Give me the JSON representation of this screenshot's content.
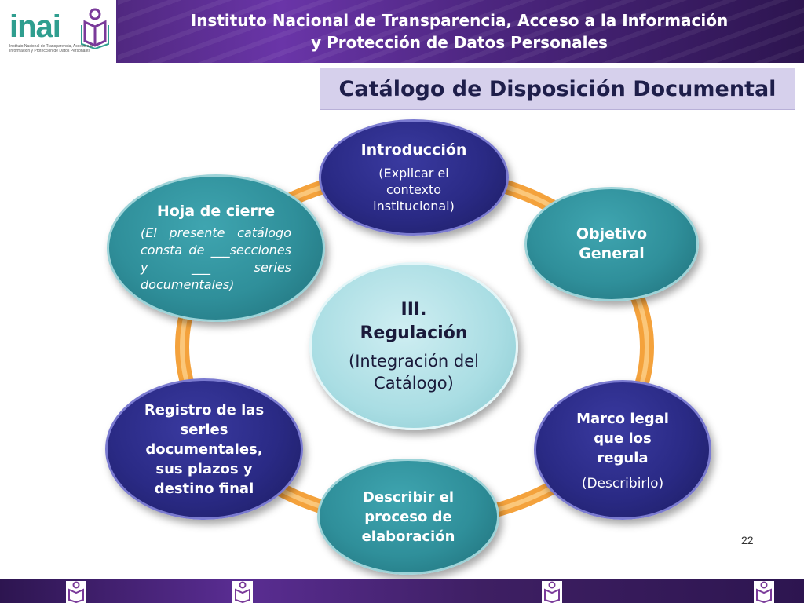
{
  "header": {
    "logo_text": "inai",
    "logo_subtext": "Instituto Nacional de Transparencia, Acceso a la Información y Protección de Datos Personales",
    "title_line1": "Instituto Nacional de Transparencia, Acceso a la Información",
    "title_line2": "y Protección de Datos Personales"
  },
  "slide_title": "Catálogo de Disposición Documental",
  "diagram": {
    "center": {
      "title_line1": "III.",
      "title_line2": "Regulación",
      "subtitle": "(Integración del Catálogo)"
    },
    "nodes": {
      "introduccion": {
        "title": "Introducción",
        "subtitle": "(Explicar el contexto institucional)"
      },
      "objetivo": {
        "title": "Objetivo General"
      },
      "marco": {
        "title": "Marco legal que los regula",
        "subtitle": "(Describirlo)"
      },
      "describir": {
        "title": "Describir el proceso de elaboración"
      },
      "registro": {
        "title": "Registro de las series documentales, sus plazos y destino final"
      },
      "hoja": {
        "title": "Hoja de cierre",
        "subtitle": "(El presente catálogo consta de ___secciones y ___ series documentales)"
      }
    }
  },
  "page_number": "22",
  "colors": {
    "header_purple": "#4d2680",
    "ring_orange": "#f4a23c",
    "node_dark_blue": "#2a2a85",
    "node_teal": "#2f8f9a",
    "center_light": "#a9dde3",
    "logo_teal": "#2f9e8f"
  }
}
